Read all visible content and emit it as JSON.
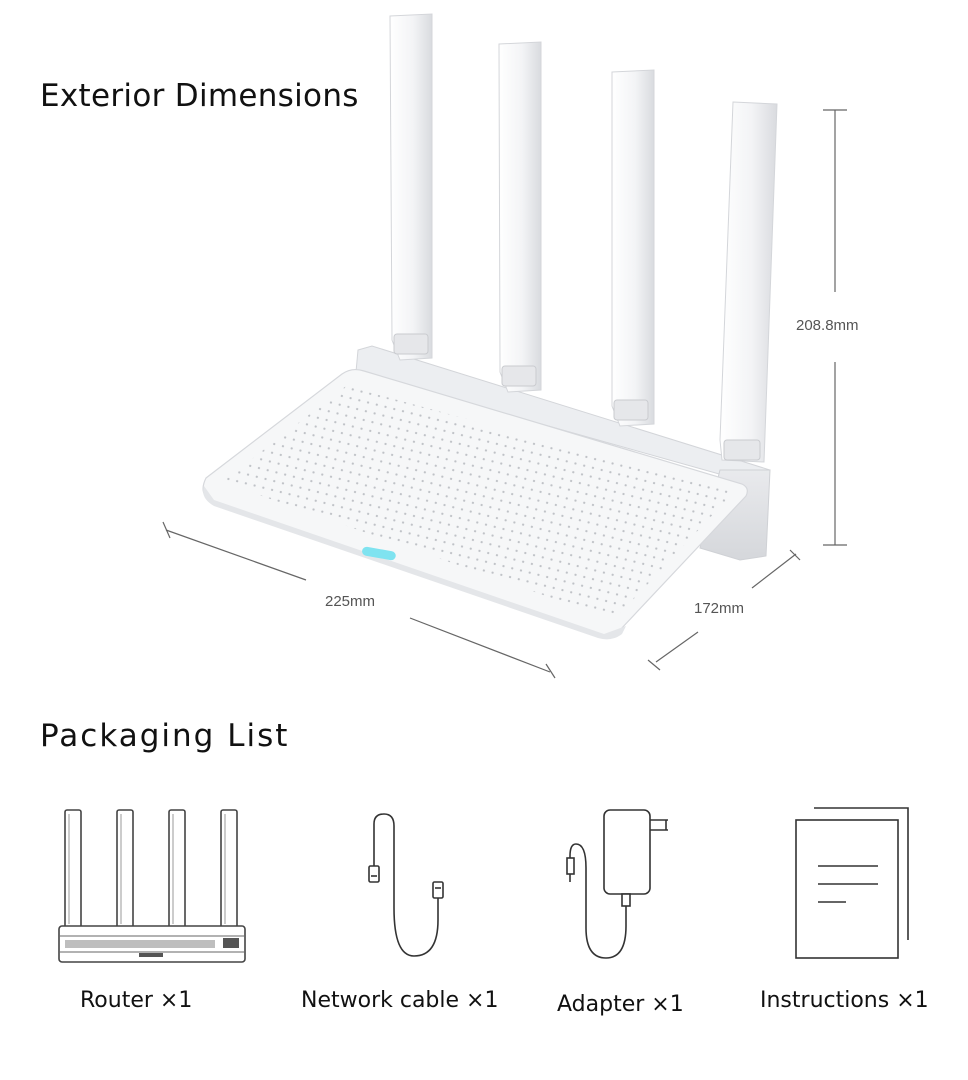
{
  "exterior": {
    "title": "Exterior Dimensions",
    "height_label": "208.8mm",
    "width_label": "225mm",
    "depth_label": "172mm"
  },
  "packaging": {
    "title": "Packaging List",
    "items": [
      {
        "label": "Router ×1",
        "icon": "router-icon"
      },
      {
        "label": "Network cable ×1",
        "icon": "network-cable-icon"
      },
      {
        "label": "Adapter ×1",
        "icon": "adapter-icon"
      },
      {
        "label": "Instructions ×1",
        "icon": "instructions-icon"
      }
    ]
  },
  "colors": {
    "background": "#ffffff",
    "router_body": "#f4f5f7",
    "indicator_light": "#7fe3f0",
    "dimension_lines": "#555555"
  }
}
